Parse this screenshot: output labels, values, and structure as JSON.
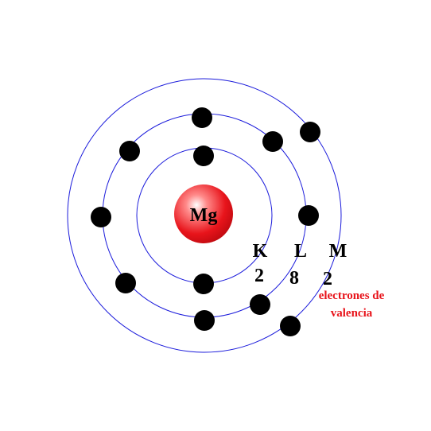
{
  "nucleus": {
    "symbol": "Mg",
    "color": "#e8141b"
  },
  "orbit_color": "#1a1adb",
  "electron_color": "#000000",
  "shells": [
    {
      "name": "K",
      "count": "2"
    },
    {
      "name": "L",
      "count": "8"
    },
    {
      "name": "M",
      "count": "2"
    }
  ],
  "valence_label": {
    "line1": "electrones de",
    "line2": "valencia",
    "color": "#e8141b"
  }
}
